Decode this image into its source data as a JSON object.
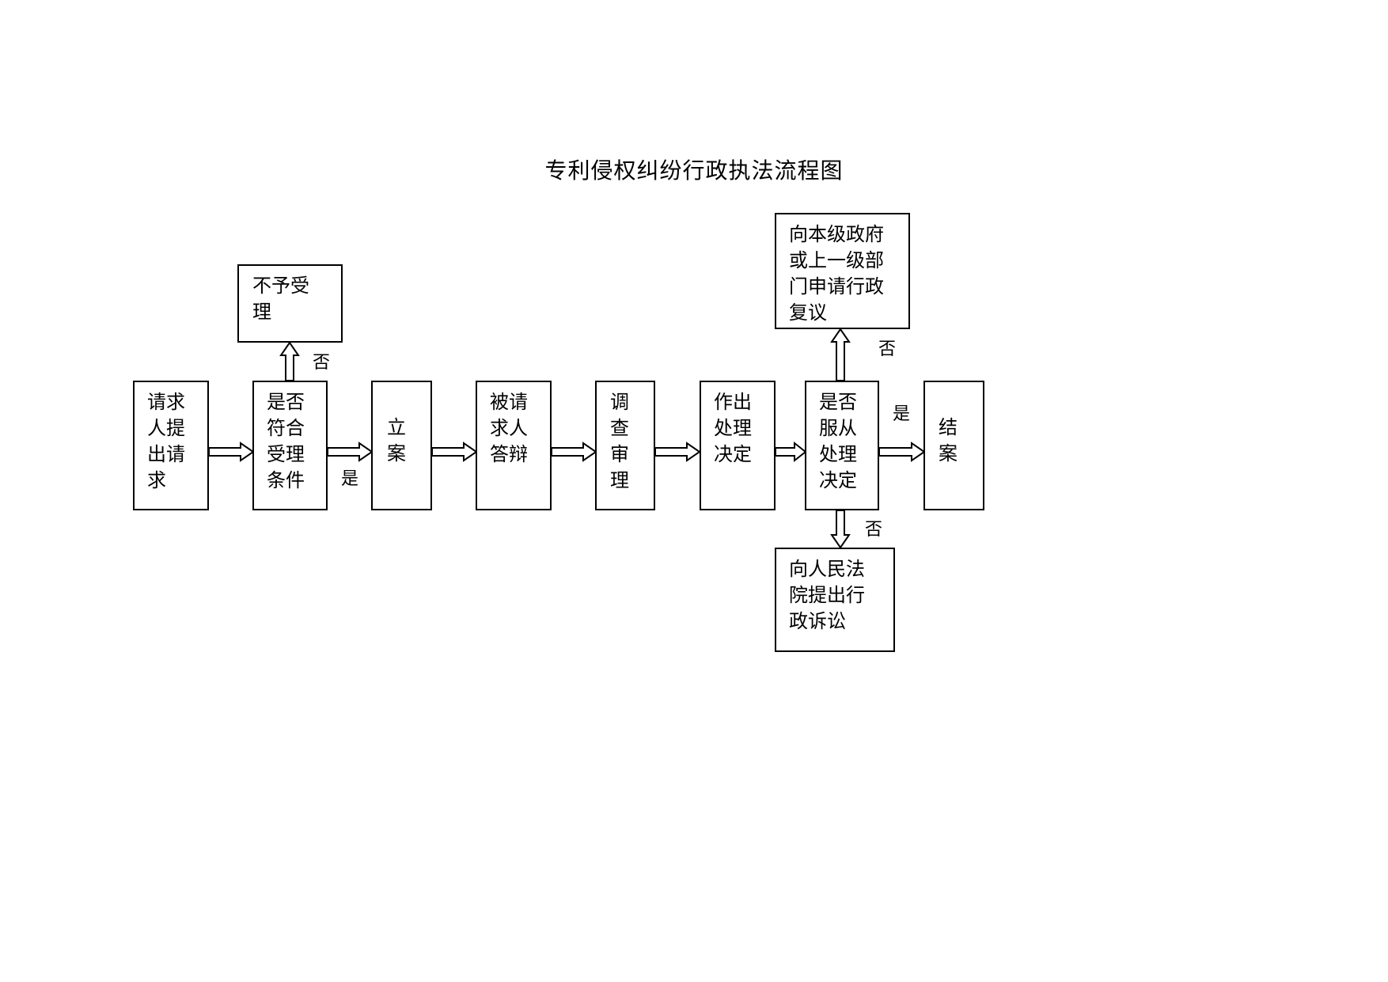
{
  "title": "专利侵权纠纷行政执法流程图",
  "nodes": {
    "request": "请求\n人提\n出请\n求",
    "check_conditions": "是否\n符合\n受理\n条件",
    "reject": "不予受\n理",
    "file_case": "立\n案",
    "respondent_reply": "被请\n求人\n答辩",
    "investigation": "调\n查\n审\n理",
    "decision": "作出\n处理\n决定",
    "comply": "是否\n服从\n处理\n决定",
    "close_case": "结\n案",
    "reconsideration": "向本级政府\n或上一级部\n门申请行政\n复议",
    "litigation": "向人民法\n院提出行\n政诉讼"
  },
  "edge_labels": {
    "no_to_reject": "否",
    "yes_to_file": "是",
    "no_to_reconsideration": "否",
    "yes_to_close": "是",
    "no_to_litigation": "否"
  },
  "colors": {
    "line": "#000000",
    "background": "#ffffff"
  }
}
